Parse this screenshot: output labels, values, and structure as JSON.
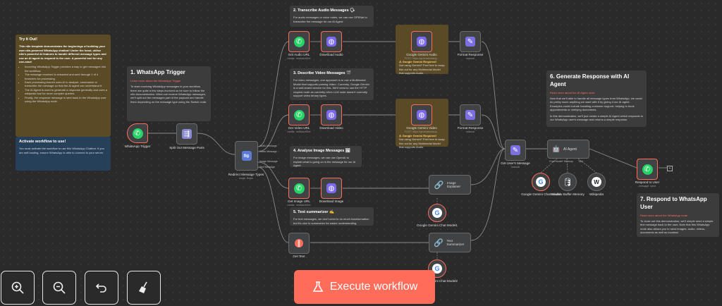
{
  "notes": {
    "try_it_out": {
      "title": "Try It Out!",
      "body": "This n8n template demonstrates the beginnings of building your own n8n-powered WhatsApp chatbot! Under the hood, utilise n8n's powerful AI features to handle different message types and use an AI agent to respond to the user. A powerful tool for any use-case!",
      "bullets": [
        "Incoming WhatsApp Trigger provides a way to get messages into the workflow.",
        "The message received is extracted and sent through 1 of 4 branches for processing.",
        "Each processing branch uses AI to analyse, summarize or transcribe the message so that the AI agent can understand it.",
        "The AI Agent is used to generate a response generally and uses a wikipedia tool for more complex queries.",
        "Finally, the response message is sent back to the WhatsApp user using the WhatsApp node."
      ]
    },
    "activate": {
      "title": "Activate workflow to use!",
      "body": "You must activate the workflow to use this WhatsApp Chatbot. If you are self-hosting, ensure WhatsApp is able to connect to your server."
    },
    "trigger": {
      "title": "1. WhatsApp Trigger",
      "link": "Learn more about the WhatsApp Trigger",
      "body": "To start receiving WhatsApp messages in your workflow, there are quite a few steps involved so be sure to follow the n8n documentation. When we recieve WhatsApp messages, we'll split out the messages part of the payload and handle them depending on the message type using the Switch node."
    },
    "transcribe": {
      "title": "2. Transcribe Audio Messages 🗣",
      "body": "For audio messages or voice notes, we can use OPENai to transcribe the message for our AI Agent."
    },
    "describe_video": {
      "title": "3. Describe Video Messages 🎬",
      "body": "For video messages, one approach is to use a Multimodal Model that supports parsing Video. Currently, Google Gemini is a well-tested service for this. We'll need to use the HTTP request node as currently n8n's LLM node doesn't currently support video binary types."
    },
    "analyse_image": {
      "title": "4. Analyse Image Messages 🖼",
      "body": "For image messages, we can use OpenAI to explain what is going on in the message for our AI Agent."
    },
    "text_summarizer": {
      "title": "5. Text summarizer ✍",
      "body": "For text messages, we don't need to do much transformation but it's nice to summarize for easier understanding."
    },
    "gemini_audio": {
      "title": "⚠ Google Gemini Required!",
      "body": "Not using Gemini? Feel free to swap this out for any Multimodal Model that supports Audio."
    },
    "gemini_video": {
      "title": "⚠ Google Gemini Required!",
      "body": "Not using Gemini? Feel free to swap this out for any Multimodal Model that supports Audio."
    },
    "generate_response": {
      "title": "6. Generate Response with AI Agent",
      "link": "Read more about the AI Agent node",
      "body1": "Now that we'll able to handle all message types from WhatsApp, we could do pretty much anything we want with it by giving it our AI agent. Examples could include handling customer support, helping to book appointments or verifying documents.",
      "body2": "In this demonstration, we'll just create a simple AI Agent which responds to our WhatsApp user's message and returns a simple response."
    },
    "respond": {
      "title": "7. Respond to WhatsApp User",
      "link": "Read more about the WhatsApp node",
      "body": "To close out this demonstration, we'll simple send a simple text message back to the user. Note that this WhatsApp node also allows you to send images, audio, videos, documents as well as location!"
    }
  },
  "nodes": {
    "whatsapp_trigger": {
      "label": "WhatsApp Trigger"
    },
    "split_out": {
      "label": "Split Out Message Parts"
    },
    "redirect": {
      "label": "Redirect Message Types",
      "sub": "mode: Rules",
      "outputs": [
        "Audio Message",
        "Video Message",
        "Image Message",
        "Text Message"
      ]
    },
    "get_audio_url": {
      "label": "Get Audio URL",
      "sub": "media : mediaUrlGet"
    },
    "download_audio": {
      "label": "Download Audio"
    },
    "gemini_audio_req": {
      "label": "Google Gemini Audio",
      "sub": "POST: https://generativelang..."
    },
    "format_response": {
      "label": "Format Response",
      "sub": "manual"
    },
    "get_video_url": {
      "label": "Get Video URL",
      "sub": "media : mediaUrlGet"
    },
    "download_video": {
      "label": "Download Video"
    },
    "gemini_video_req": {
      "label": "Google Gemini Video",
      "sub": "POST: https://generativelang..."
    },
    "format_response2": {
      "label": "Format Response",
      "sub": "manual"
    },
    "get_image_url": {
      "label": "Get Image URL",
      "sub": "media : mediaUrlGet"
    },
    "download_image": {
      "label": "Download Image"
    },
    "image_explainer": {
      "label": "Image Explainer"
    },
    "gemini_chat_model1": {
      "label": "Google Gemini Chat Model1"
    },
    "get_text": {
      "label": "Get Text"
    },
    "text_summarizer": {
      "label": "Text Summarizer"
    },
    "gemini_chat_model2": {
      "label": "Google Gemini Chat Model2"
    },
    "get_users_message": {
      "label": "Get User's Message",
      "sub": "manual"
    },
    "ai_agent": {
      "label": "AI Agent",
      "ports": [
        "Chat Model*",
        "Memory",
        "Tool"
      ]
    },
    "gemini_chat_model": {
      "label": "Google Gemini Chat Model"
    },
    "window_buffer": {
      "label": "Window Buffer Memory"
    },
    "wikipedia": {
      "label": "Wikipedia"
    },
    "respond_to_user": {
      "label": "Respond to User",
      "sub": "message: send"
    }
  },
  "controls": {
    "zoom_in": "zoom-in-icon",
    "zoom_out": "zoom-out-icon",
    "reset": "undo-icon",
    "tidy": "broom-icon",
    "execute_label": "Execute workflow"
  },
  "colors": {
    "accent": "#ff6d5a",
    "canvas": "#2a2a2a",
    "whatsapp": "#25d366",
    "note_yellow": "#5a4a25",
    "note_blue": "#27405a"
  }
}
